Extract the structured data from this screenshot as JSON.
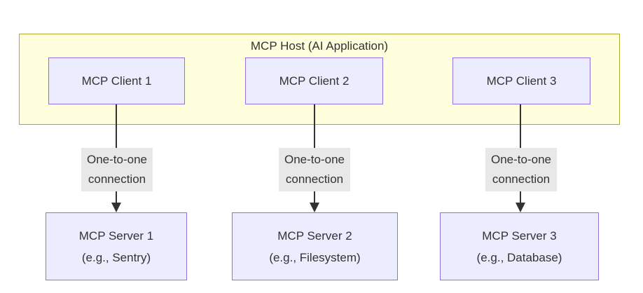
{
  "host": {
    "title": "MCP Host (AI Application)"
  },
  "clients": [
    {
      "label": "MCP Client 1"
    },
    {
      "label": "MCP Client 2"
    },
    {
      "label": "MCP Client 3"
    }
  ],
  "edge_labels": [
    {
      "line1": "One-to-one",
      "line2": "connection"
    },
    {
      "line1": "One-to-one",
      "line2": "connection"
    },
    {
      "line1": "One-to-one",
      "line2": "connection"
    }
  ],
  "servers": [
    {
      "line1": "MCP Server 1",
      "line2": "(e.g., Sentry)"
    },
    {
      "line1": "MCP Server 2",
      "line2": "(e.g., Filesystem)"
    },
    {
      "line1": "MCP Server 3",
      "line2": "(e.g., Database)"
    }
  ],
  "colors": {
    "host_fill": "#ffffde",
    "host_border": "#aaaa33",
    "node_fill": "#ECECFF",
    "node_border": "#9370DB",
    "edge": "#333333",
    "label_bg": "#e8e8e8",
    "text": "#333333"
  }
}
